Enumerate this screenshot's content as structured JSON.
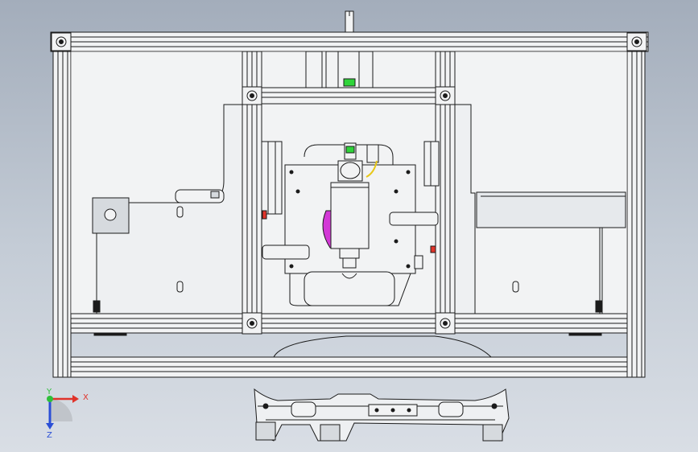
{
  "colors": {
    "background_top": "#a3adbb",
    "background_bottom": "#d9dee5",
    "steel": "#f2f3f4",
    "steel_shadow": "#c9cdd2",
    "line": "#1b1b1b",
    "accent_green": "#2fd43a",
    "accent_magenta": "#d338d6",
    "accent_red": "#e0332a",
    "axis_x": "#e0332a",
    "axis_y": "#2fbf3a",
    "axis_z": "#2b4fd6"
  },
  "triad": {
    "x_label": "X",
    "y_label": "Y",
    "z_label": "Z"
  },
  "icons": {
    "triad": "coordinate-triad-icon"
  }
}
